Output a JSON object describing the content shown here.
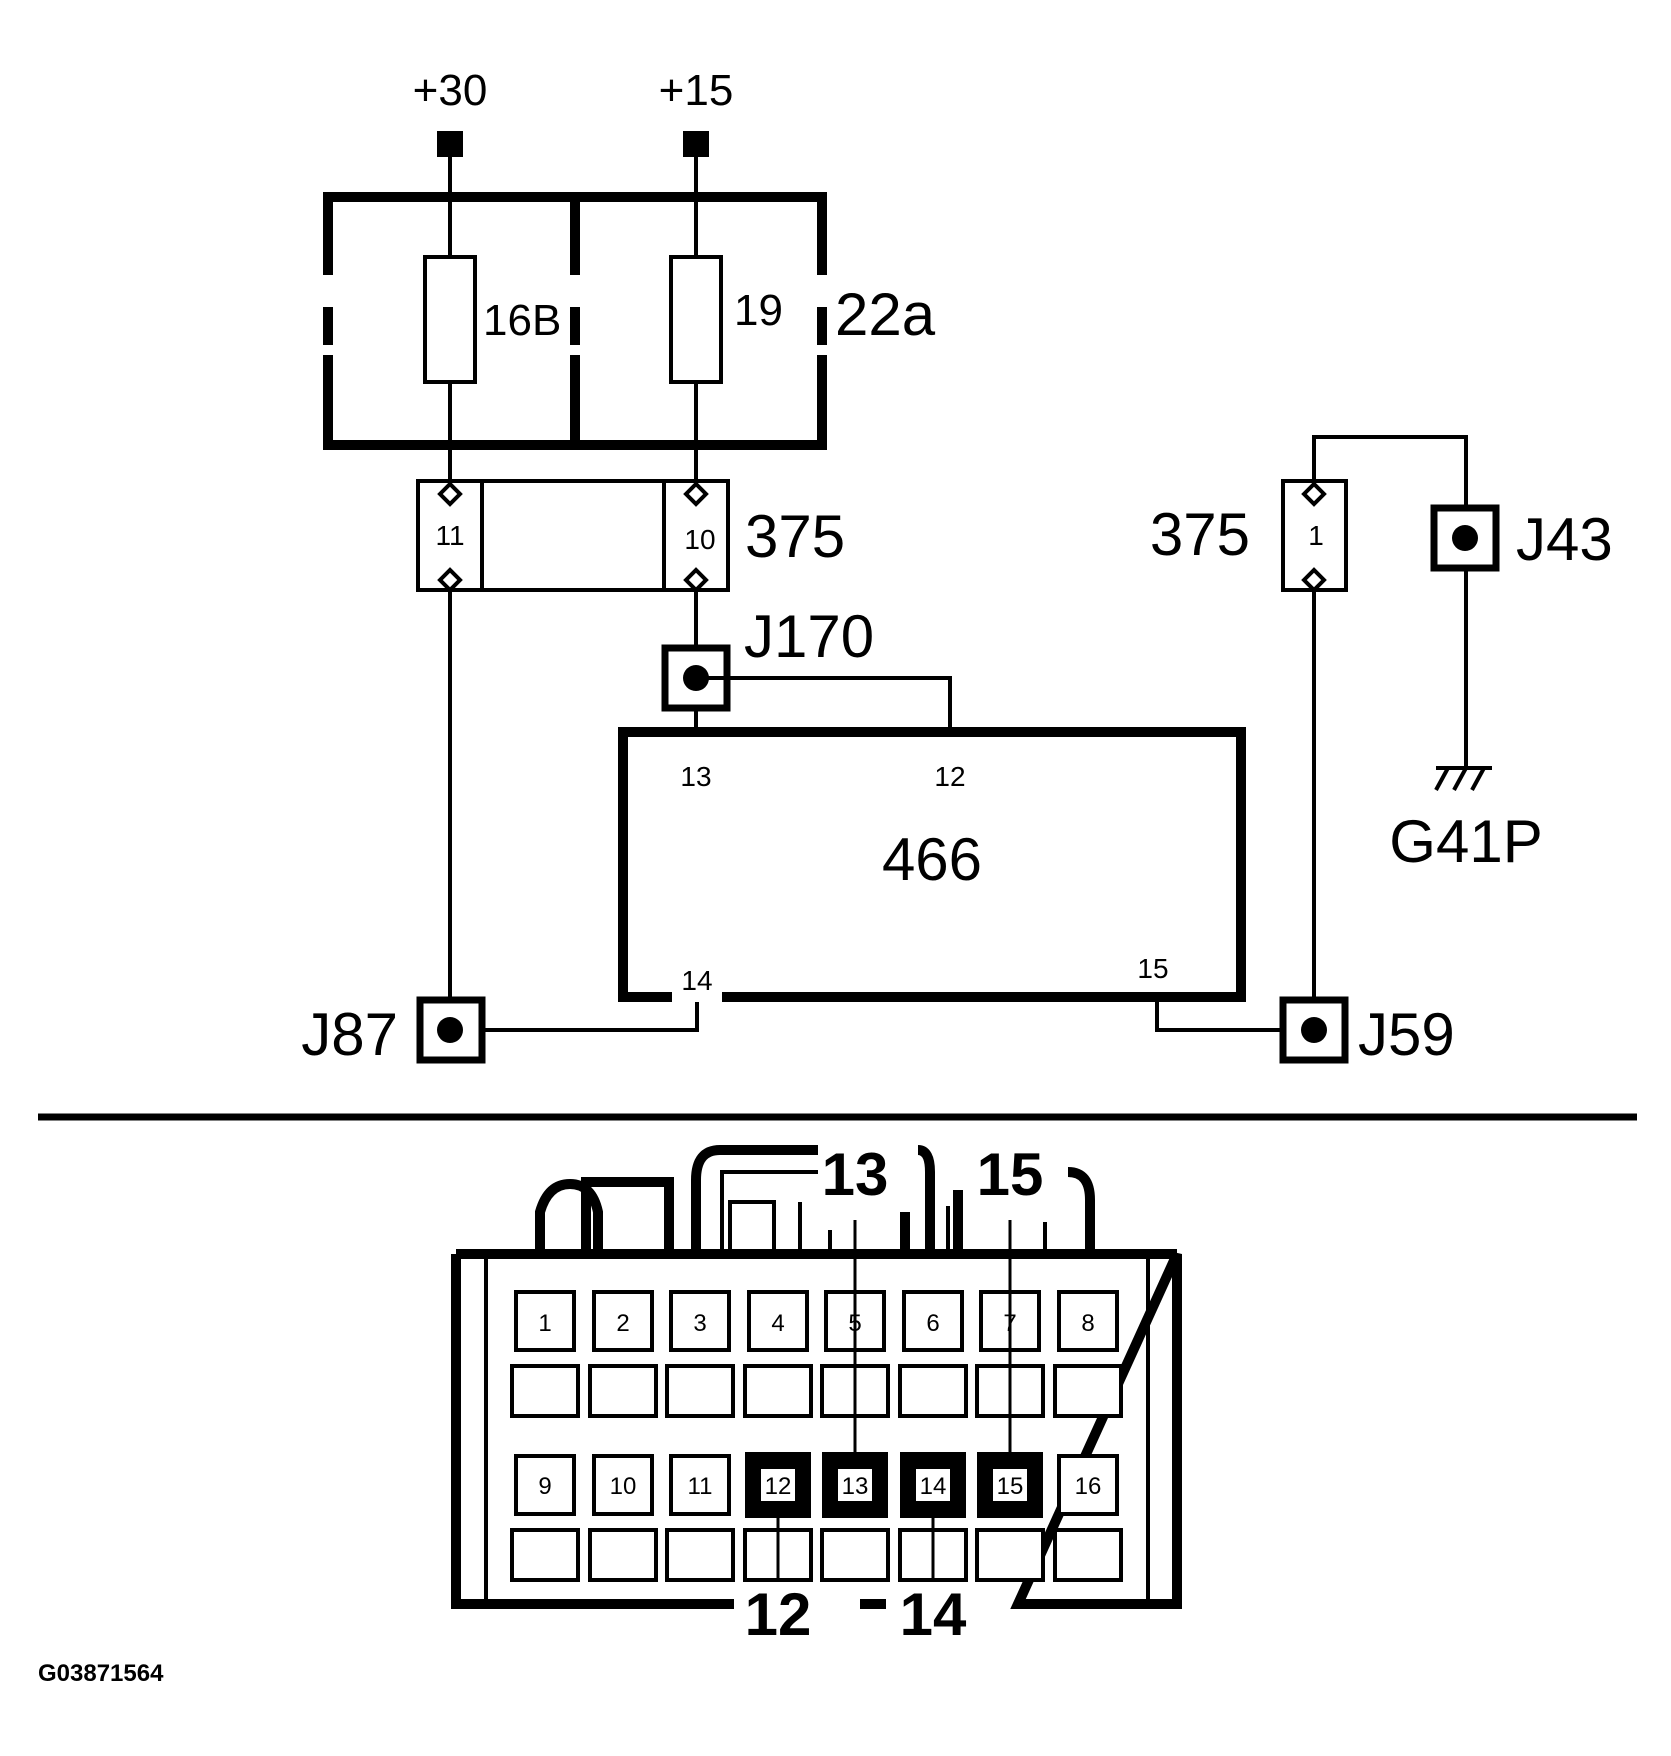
{
  "supplies": {
    "plus30": "+30",
    "plus15": "+15"
  },
  "fuse_box": {
    "label": "22a",
    "fuse_a": "16B",
    "fuse_b": "19"
  },
  "connector_375_left": {
    "label": "375",
    "pin_a": "11",
    "pin_b": "10"
  },
  "connector_375_right": {
    "label": "375",
    "pin": "1"
  },
  "junctions": {
    "j170": "J170",
    "j87": "J87",
    "j59": "J59",
    "j43": "J43"
  },
  "ground": {
    "label": "G41P"
  },
  "module": {
    "label": "466",
    "pin13": "13",
    "pin12": "12",
    "pin14": "14",
    "pin15": "15"
  },
  "connector_face": {
    "top_row": [
      "1",
      "2",
      "3",
      "4",
      "5",
      "6",
      "7",
      "8"
    ],
    "bottom_row": [
      "9",
      "10",
      "11",
      "12",
      "13",
      "14",
      "15",
      "16"
    ],
    "highlighted": [
      "12",
      "13",
      "14",
      "15"
    ],
    "callouts": {
      "top_left": "13",
      "top_right": "15",
      "bottom_left": "12",
      "bottom_right": "14"
    }
  },
  "figure_id": "G03871564"
}
